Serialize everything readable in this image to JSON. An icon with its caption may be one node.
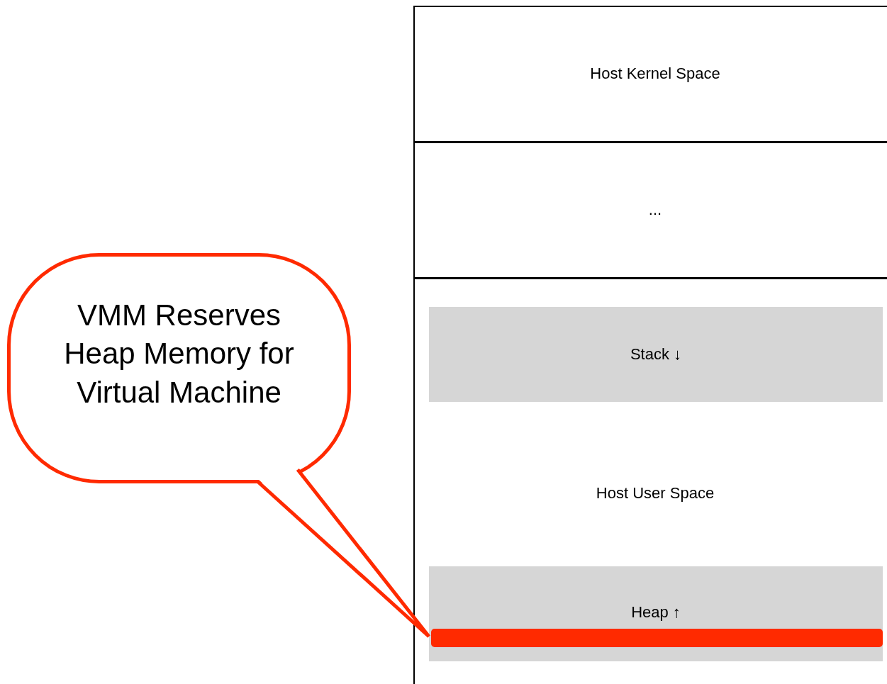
{
  "diagram": {
    "nodes": [
      {
        "text": [
          "Host Kernel Space"
        ]
      },
      {
        "text": [
          "..."
        ]
      },
      {
        "text": [
          "Host User Space"
        ]
      },
      {
        "text": [
          "Stack ↓"
        ],
        "in": 2
      },
      {
        "text": [
          "Heap ↑"
        ],
        "in": 2
      },
      {
        "text": [],
        "shape": "bar",
        "in": 4
      },
      {
        "text": [
          "VMM Reserves Heap Memory for Virtual Machine"
        ]
      }
    ],
    "edges": [
      {
        "from": 6,
        "to": 5,
        "arrow": "none"
      }
    ]
  }
}
